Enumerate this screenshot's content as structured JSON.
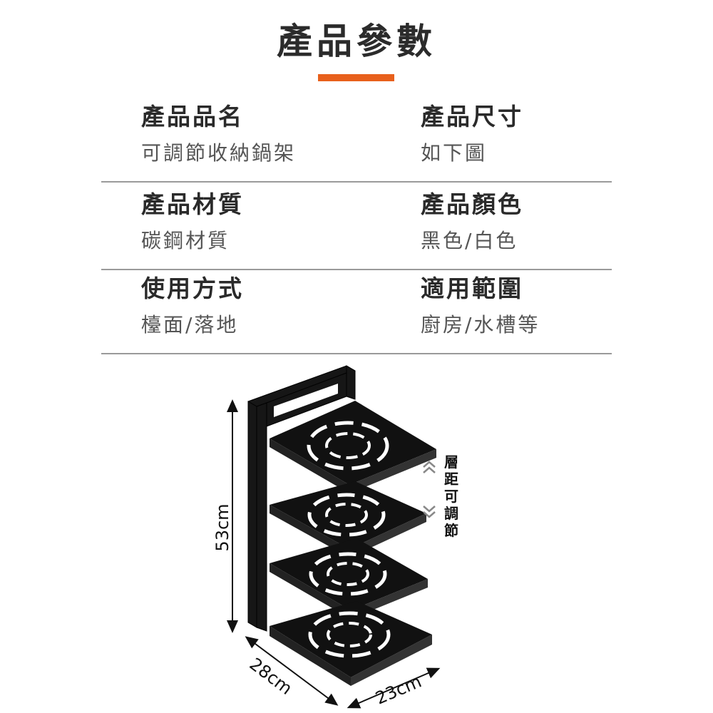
{
  "title": "產品參數",
  "accent_color": "#e8601c",
  "specs": [
    {
      "left": {
        "label": "產品品名",
        "value": "可調節收納鍋架"
      },
      "right": {
        "label": "產品尺寸",
        "value": "如下圖"
      }
    },
    {
      "left": {
        "label": "產品材質",
        "value": "碳鋼材質"
      },
      "right": {
        "label": "產品顏色",
        "value": "黑色/白色"
      }
    },
    {
      "left": {
        "label": "使用方式",
        "value": "檯面/落地"
      },
      "right": {
        "label": "適用範圍",
        "value": "廚房/水槽等"
      }
    }
  ],
  "diagram": {
    "height_label": "53cm",
    "depth_label": "28cm",
    "width_label": "23cm",
    "side_label": "層\n距\n可\n調\n節"
  }
}
